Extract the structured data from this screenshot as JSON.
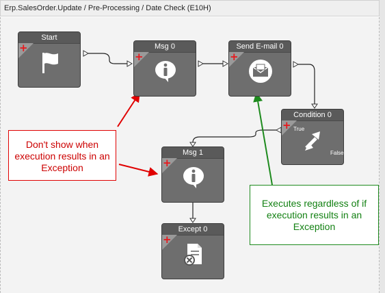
{
  "title": "Erp.SalesOrder.Update / Pre-Processing / Date Check (E10H)",
  "nodes": {
    "start": {
      "label": "Start"
    },
    "msg0": {
      "label": "Msg 0"
    },
    "email0": {
      "label": "Send E-mail 0"
    },
    "condition0": {
      "label": "Condition 0",
      "true_label": "True",
      "false_label": "False"
    },
    "msg1": {
      "label": "Msg 1"
    },
    "except0": {
      "label": "Except 0"
    }
  },
  "annotations": {
    "red_note": "Don't show when execution results in an Exception",
    "green_note": "Executes regardless of if execution results in an Exception"
  },
  "colors": {
    "red": "#e00000",
    "green": "#1d8a1d"
  }
}
